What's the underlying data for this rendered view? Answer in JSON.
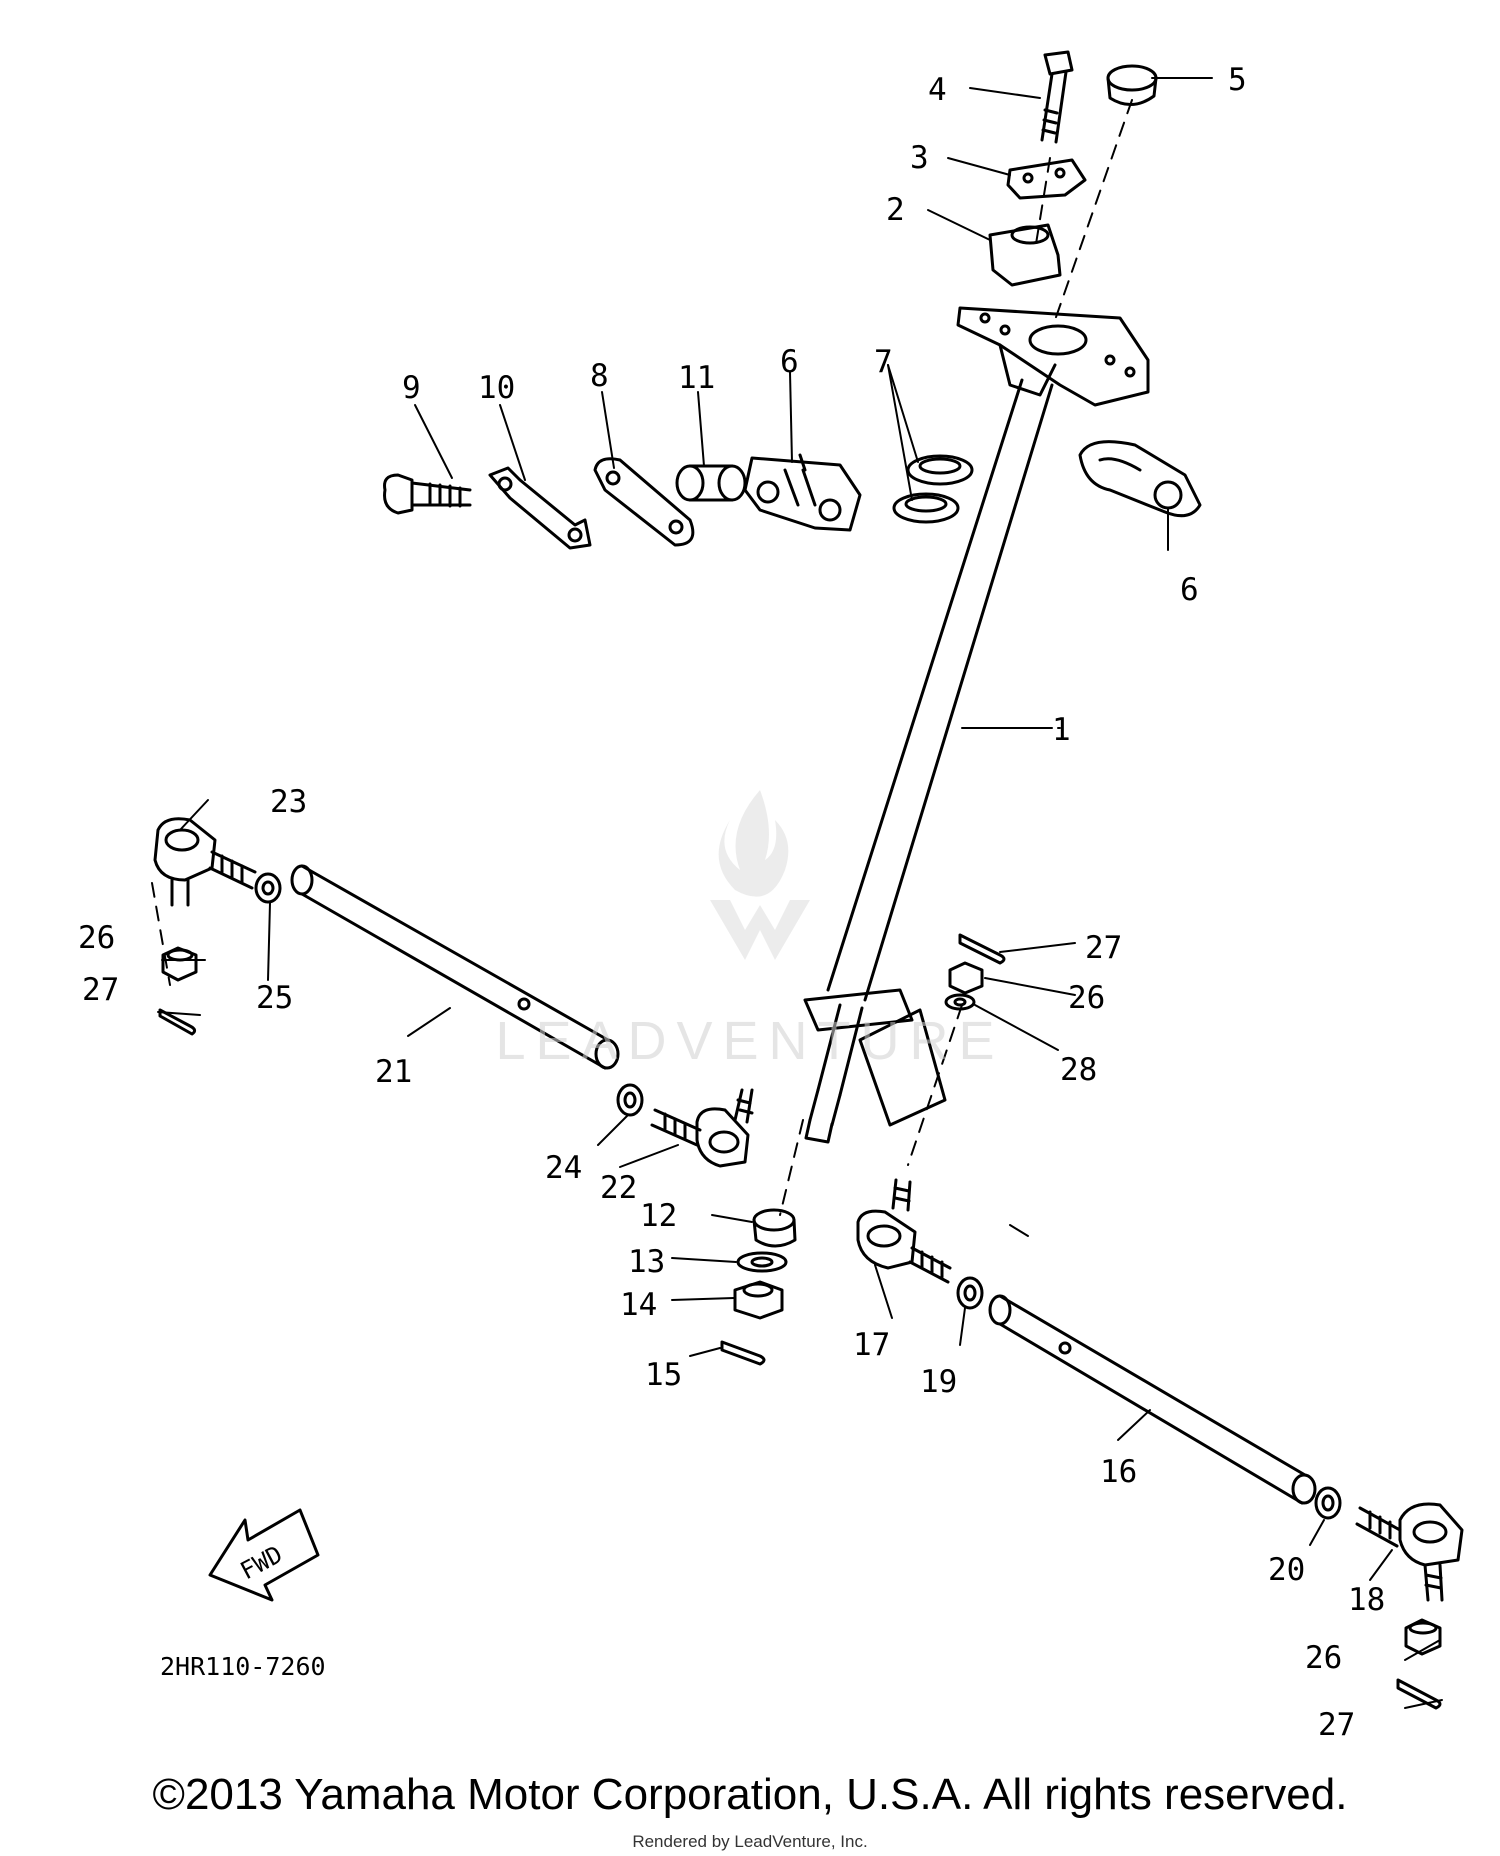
{
  "diagram_code": "2HR110-7260",
  "fwd_label": "FWD",
  "watermark": "LEADVENTURE",
  "copyright": "©2013 Yamaha Motor Corporation, U.S.A. All rights reserved.",
  "rendered_by": "Rendered by LeadVenture, Inc.",
  "callouts": [
    {
      "id": "c1",
      "label": "1"
    },
    {
      "id": "c2",
      "label": "2"
    },
    {
      "id": "c3",
      "label": "3"
    },
    {
      "id": "c4",
      "label": "4"
    },
    {
      "id": "c5",
      "label": "5"
    },
    {
      "id": "c6a",
      "label": "6"
    },
    {
      "id": "c6b",
      "label": "6"
    },
    {
      "id": "c7",
      "label": "7"
    },
    {
      "id": "c8",
      "label": "8"
    },
    {
      "id": "c9",
      "label": "9"
    },
    {
      "id": "c10",
      "label": "10"
    },
    {
      "id": "c11",
      "label": "11"
    },
    {
      "id": "c12",
      "label": "12"
    },
    {
      "id": "c13",
      "label": "13"
    },
    {
      "id": "c14",
      "label": "14"
    },
    {
      "id": "c15",
      "label": "15"
    },
    {
      "id": "c16",
      "label": "16"
    },
    {
      "id": "c17",
      "label": "17"
    },
    {
      "id": "c18",
      "label": "18"
    },
    {
      "id": "c19",
      "label": "19"
    },
    {
      "id": "c20",
      "label": "20"
    },
    {
      "id": "c21",
      "label": "21"
    },
    {
      "id": "c22",
      "label": "22"
    },
    {
      "id": "c23",
      "label": "23"
    },
    {
      "id": "c24",
      "label": "24"
    },
    {
      "id": "c25",
      "label": "25"
    },
    {
      "id": "c26a",
      "label": "26"
    },
    {
      "id": "c26b",
      "label": "26"
    },
    {
      "id": "c26c",
      "label": "26"
    },
    {
      "id": "c27a",
      "label": "27"
    },
    {
      "id": "c27b",
      "label": "27"
    },
    {
      "id": "c27c",
      "label": "27"
    },
    {
      "id": "c28",
      "label": "28"
    }
  ]
}
